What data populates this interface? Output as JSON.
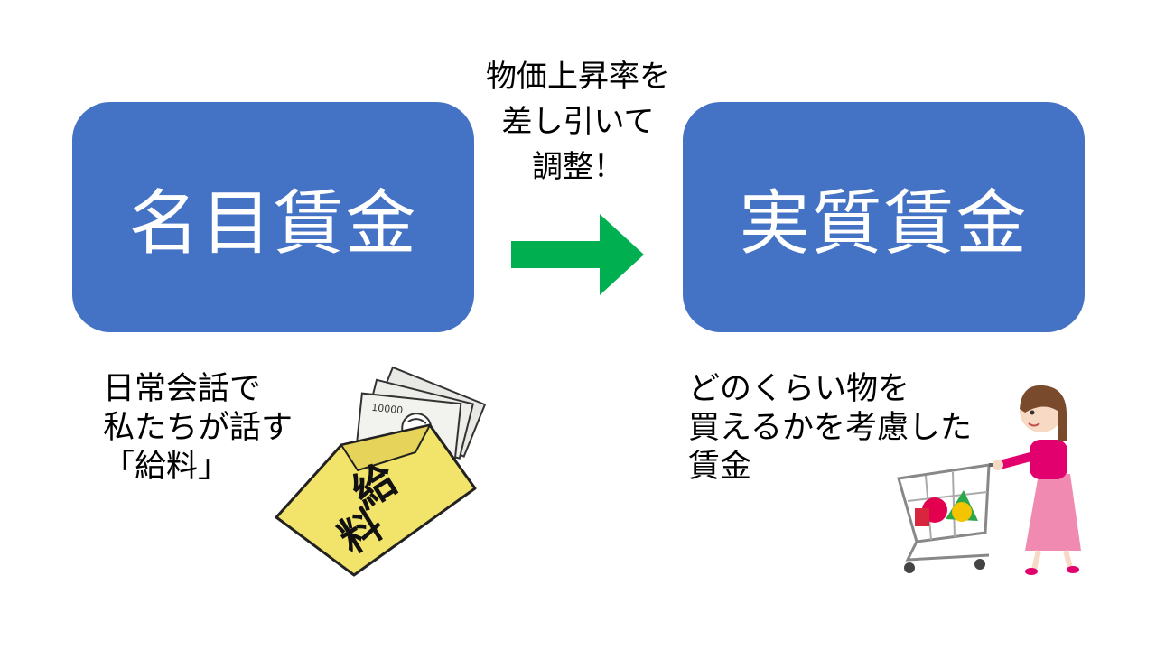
{
  "nominal": {
    "title": "名目賃金",
    "desc": [
      "日常会話で",
      "私たちが話す",
      "「給料」"
    ]
  },
  "adjustment": {
    "lines": [
      "物価上昇率を",
      "差し引いて",
      "調整！"
    ]
  },
  "real": {
    "title": "実質賃金",
    "desc": [
      "どのくらい物を",
      "買えるかを考慮した",
      "賃金"
    ]
  },
  "envelope": {
    "label_1": "給",
    "label_2": "料",
    "bill_value": "10000"
  },
  "colors": {
    "box": "#4472c4",
    "arrow": "#00b050",
    "envelope": "#f2e36b"
  }
}
